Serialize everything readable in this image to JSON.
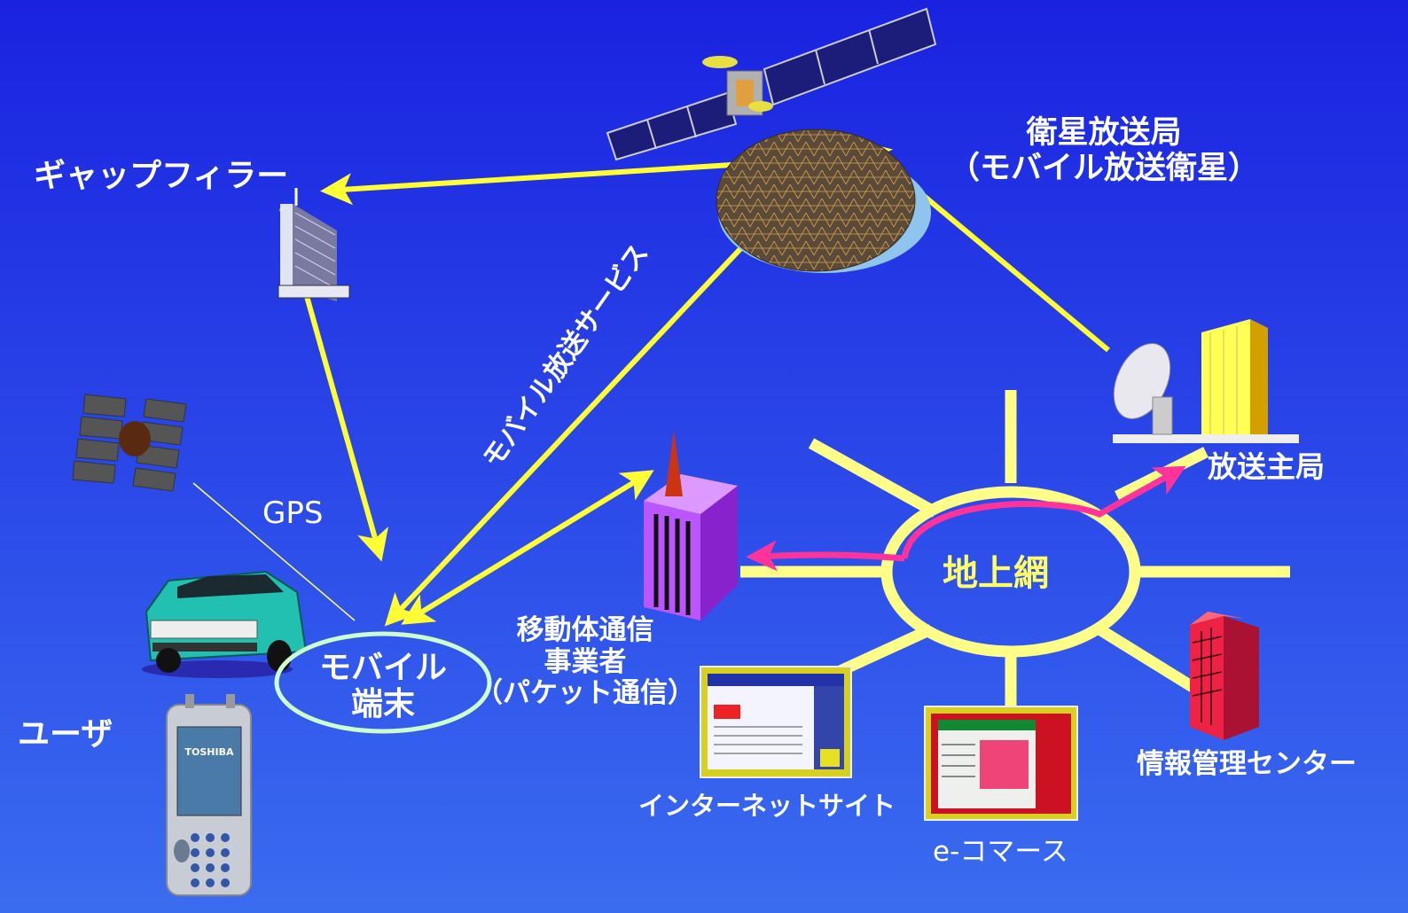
{
  "labels": {
    "gap_filler": "ギャップフィラー",
    "sat_station_line1": "衛星放送局",
    "sat_station_line2": "（モバイル放送衛星）",
    "broadcast_service": "モバイル放送サービス",
    "gps": "GPS",
    "broadcast_main": "放送主局",
    "ground_network": "地上網",
    "mobile_operator_line1": "移動体通信",
    "mobile_operator_line2": "事業者",
    "mobile_operator_line3": "（パケット通信）",
    "mobile_terminal_line1": "モバイル",
    "mobile_terminal_line2": "端末",
    "user": "ユーザ",
    "internet_site": "インターネットサイト",
    "ecommerce": "e-コマース",
    "info_center": "情報管理センター",
    "phone_brand": "TOSHIBA"
  },
  "colors": {
    "background_top": "#1a22e0",
    "background_bottom": "#3a6cf0",
    "arrow": "#ffff33",
    "network": "#ffff88",
    "pink_arrow": "#ff3399",
    "terminal_ellipse": "#ccffcc",
    "tower": "#bb55ff",
    "red_building": "#ee2244"
  }
}
